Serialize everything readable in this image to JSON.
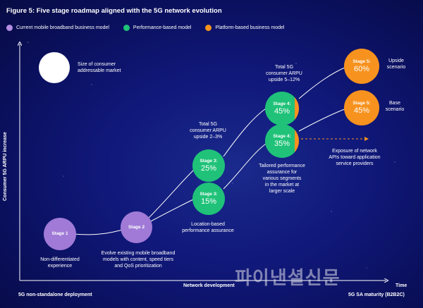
{
  "title": "Figure 5: Five stage roadmap aligned with the 5G network evolution",
  "colors": {
    "purple": "#a07ad6",
    "green": "#1fc278",
    "orange": "#f7921e",
    "background": "#10187a"
  },
  "legend": [
    {
      "label": "Current mobile broadband business model",
      "color": "#b58ee3"
    },
    {
      "label": "Performance-based model",
      "color": "#1fc278"
    },
    {
      "label": "Platform-based business model",
      "color": "#f7921e"
    }
  ],
  "size_legend": {
    "line1": "Size of consumer",
    "line2": "addressable market"
  },
  "y_axis": {
    "label": "Consumer 5G ARPU increase"
  },
  "x_axis": {
    "label": "Network development",
    "start": "5G non-standalone deployment",
    "end": "5G SA maturity (B2B2C)",
    "time": "Time"
  },
  "stages": {
    "stage1": {
      "label": "Stage 1",
      "caption": [
        "Non-differentiated",
        "experience"
      ]
    },
    "stage2": {
      "label": "Stage 2",
      "caption": [
        "Evolve existing mobile broadband",
        "models with content, speed tiers",
        "and QoS prioritization"
      ]
    },
    "stage3a": {
      "label": "Stage 3:",
      "value": "15%",
      "caption": [
        "Location-based",
        "performance assurance"
      ]
    },
    "stage3b": {
      "label": "Stage 3:",
      "value": "25%"
    },
    "stage4a": {
      "label": "Stage 4:",
      "value": "35%",
      "caption": [
        "Tailored performance",
        "assurance for",
        "various segments",
        "in the market at",
        "larger scale"
      ]
    },
    "stage4b": {
      "label": "Stage 4:",
      "value": "45%"
    },
    "stage5a": {
      "label": "Stage 5:",
      "value": "45%",
      "caption": [
        "Base",
        "scenario"
      ]
    },
    "stage5b": {
      "label": "Stage 5:",
      "value": "60%",
      "caption": [
        "Upside",
        "scenario"
      ]
    }
  },
  "arpu_labels": {
    "total_5g_1": [
      "Total 5G",
      "consumer ARPU",
      "upside 2–3%"
    ],
    "total_5g_2": [
      "Total 5G",
      "consumer ARPU",
      "upside 5–12%"
    ]
  },
  "exposure": [
    "Exposure of network",
    "APIs toward application",
    "service providers"
  ],
  "watermark": "파이낸셜신문"
}
